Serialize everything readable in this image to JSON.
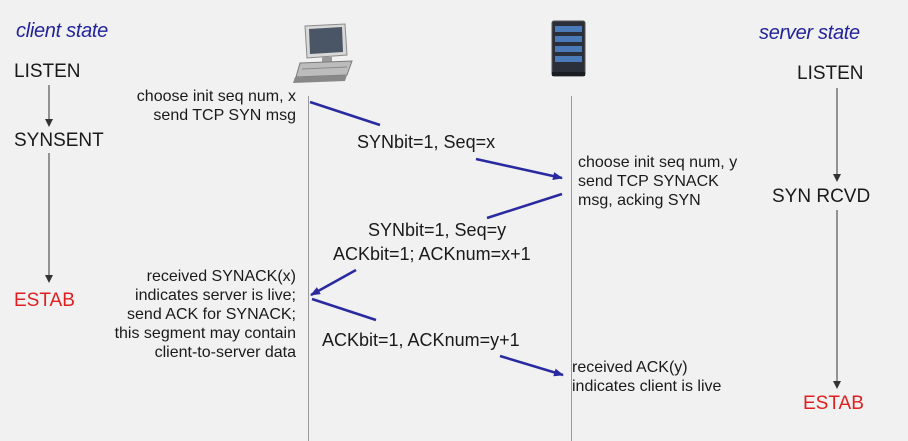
{
  "headers": {
    "client": "client state",
    "server": "server state"
  },
  "client_states": {
    "s1": "LISTEN",
    "s2": "SYNSENT",
    "s3": "ESTAB"
  },
  "server_states": {
    "s1": "LISTEN",
    "s2": "SYN RCVD",
    "s3": "ESTAB"
  },
  "notes": {
    "client_note1": [
      "choose init seq num, x",
      "send TCP SYN msg"
    ],
    "server_note1": [
      "choose init seq num, y",
      "send TCP SYNACK",
      "msg, acking SYN"
    ],
    "client_note2": [
      "received SYNACK(x)",
      "indicates server is live;",
      "send ACK for SYNACK;",
      "this segment may contain",
      "client-to-server data"
    ],
    "server_note2": [
      "received ACK(y)",
      "indicates client is live"
    ]
  },
  "messages": {
    "m1": "SYNbit=1, Seq=x",
    "m2_line1": "SYNbit=1, Seq=y",
    "m2_line2": "ACKbit=1; ACKnum=x+1",
    "m3": "ACKbit=1, ACKnum=y+1"
  },
  "icons": {
    "client": "desktop-computer-icon",
    "server": "server-tower-icon"
  },
  "colors": {
    "header": "#23239a",
    "arrow": "#2a2aa0",
    "established": "#e02020",
    "timeline": "#9a9a9a"
  }
}
